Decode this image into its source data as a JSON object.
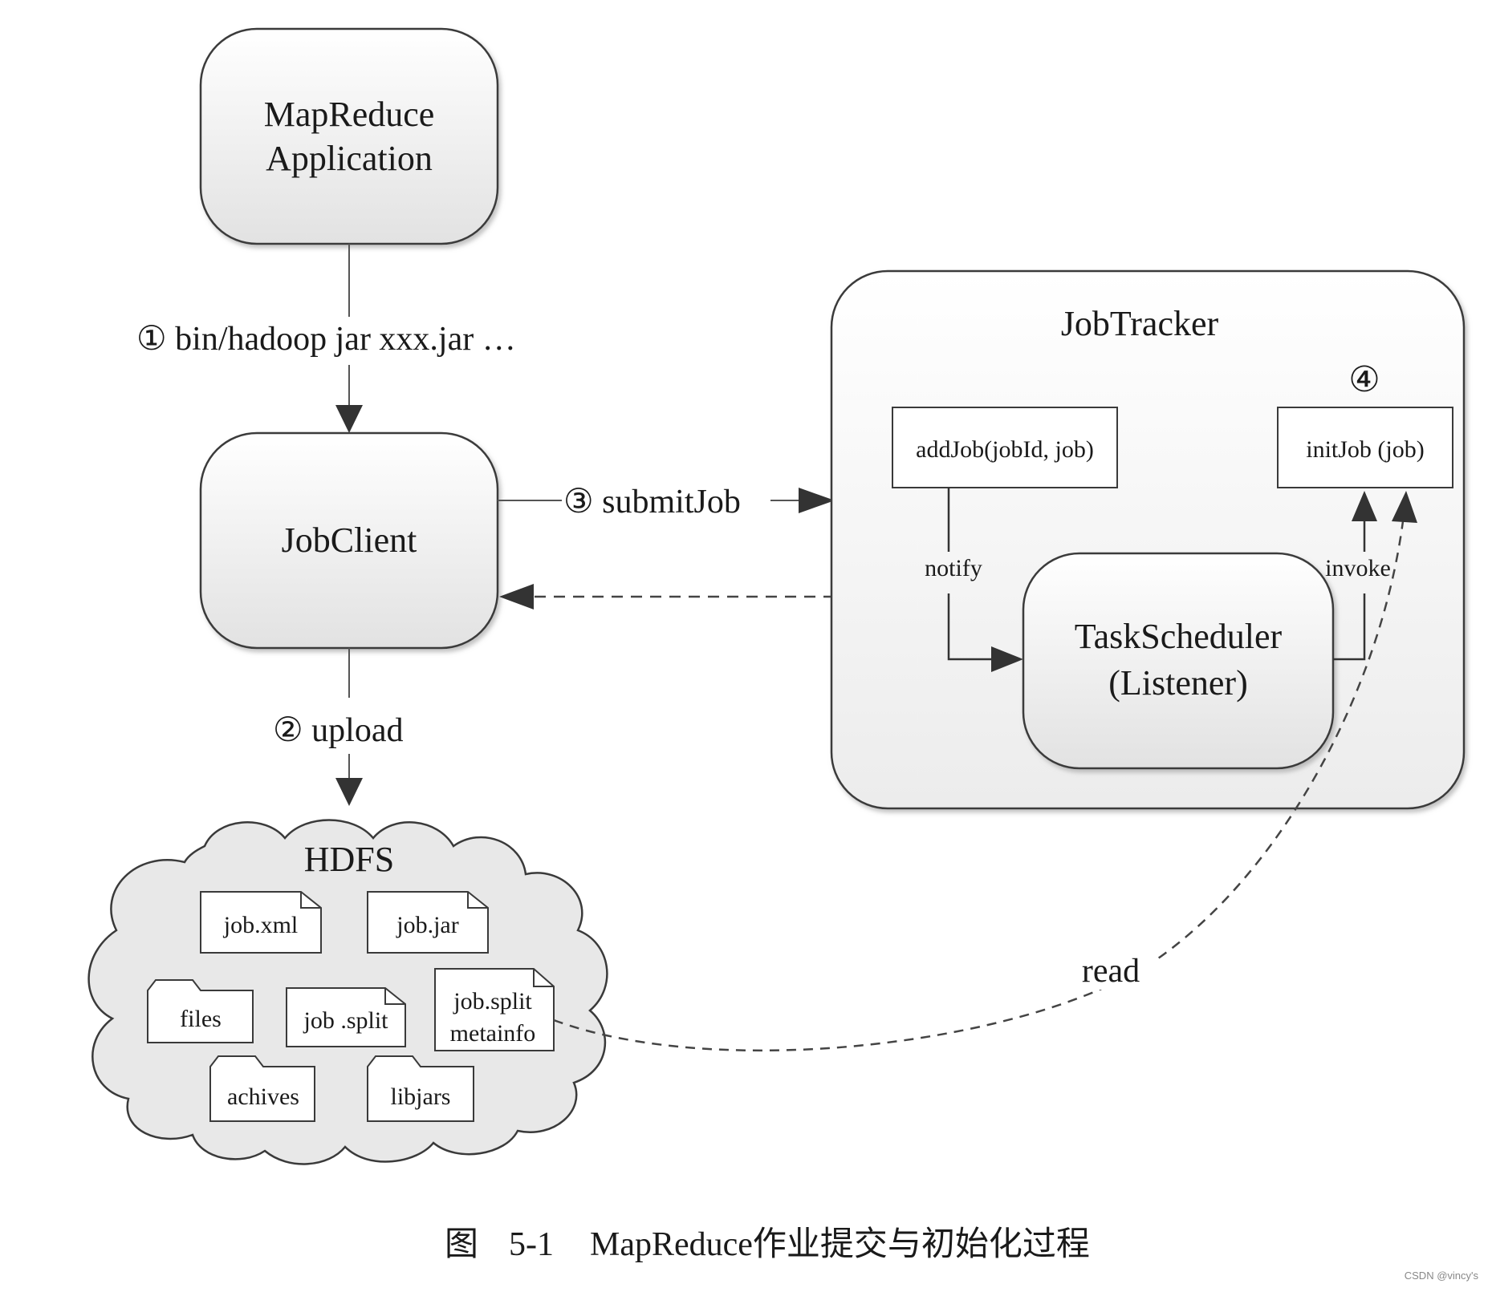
{
  "nodes": {
    "app_line1": "MapReduce",
    "app_line2": "Application",
    "jobclient": "JobClient",
    "jobtracker": "JobTracker",
    "addjob": "addJob(jobId, job)",
    "initjob": "initJob (job)",
    "taskscheduler_line1": "TaskScheduler",
    "taskscheduler_line2": "(Listener)",
    "hdfs": "HDFS"
  },
  "steps": {
    "step1": "① bin/hadoop jar xxx.jar …",
    "step2": "② upload",
    "step3": "③ submitJob",
    "step4": "④",
    "notify": "notify",
    "invoke": "invoke",
    "read": "read"
  },
  "hdfs_files": {
    "job_xml": "job.xml",
    "job_jar": "job.jar",
    "files": "files",
    "job_split": "job .split",
    "split_meta_line1": "job.split",
    "split_meta_line2": "metainfo",
    "achives": "achives",
    "libjars": "libjars"
  },
  "caption": {
    "figure_label": "图",
    "figure_number": "5-1",
    "title": "MapReduce作业提交与初始化过程"
  },
  "watermark": "CSDN @vincy's",
  "colors": {
    "stroke": "#3a3a3a",
    "fill_light": "#ffffff",
    "fill_dark": "#e6e6e6",
    "container_fill": "#f3f3f3"
  }
}
